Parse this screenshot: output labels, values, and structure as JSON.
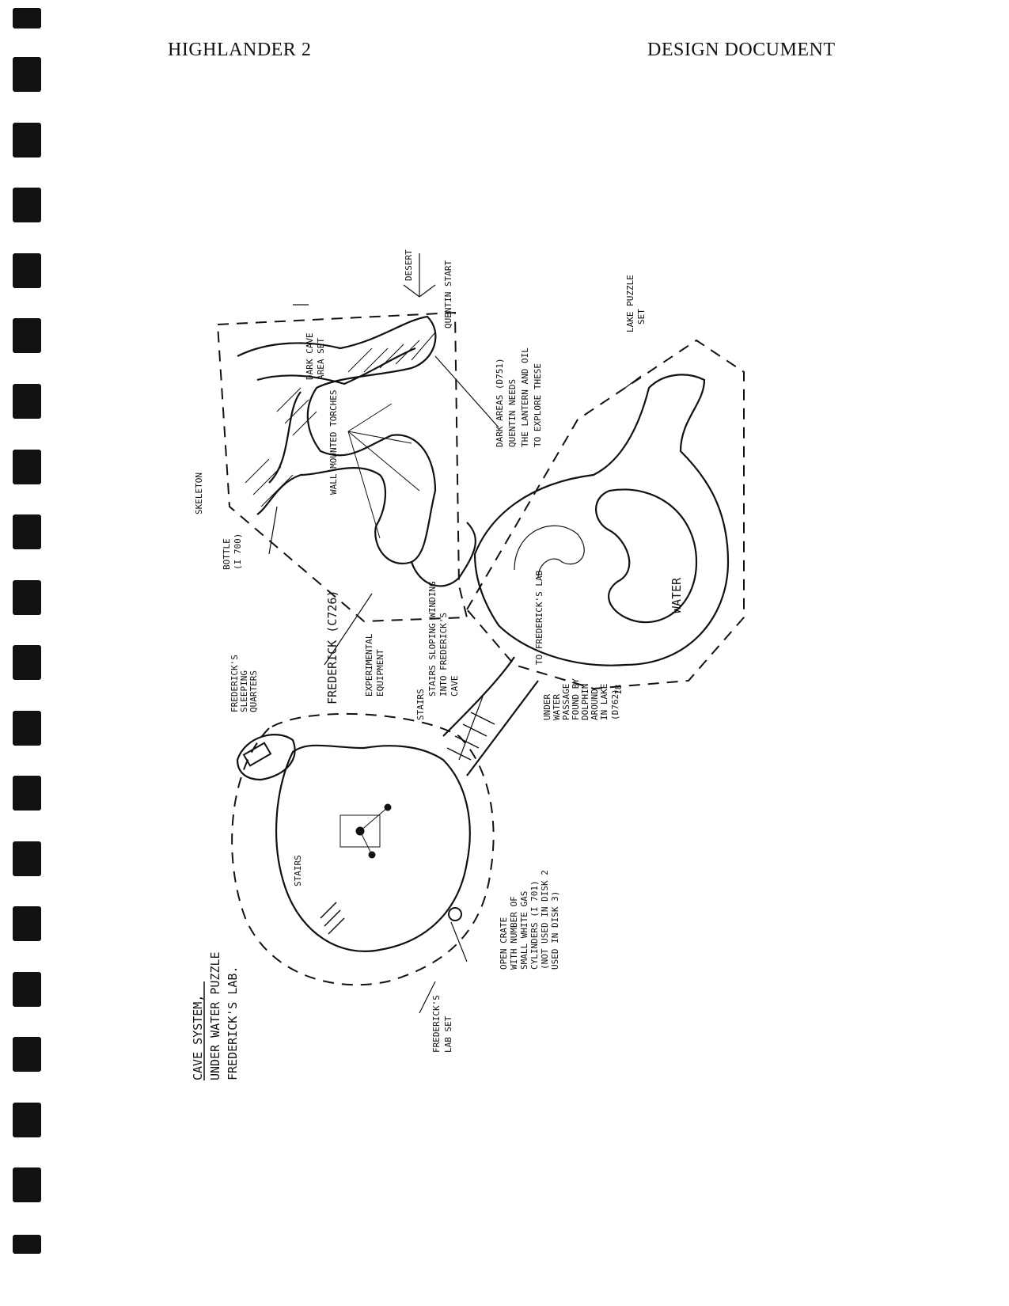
{
  "header": {
    "left": "HIGHLANDER 2",
    "right": "DESIGN DOCUMENT"
  },
  "map": {
    "title": "CAVE SYSTEM,",
    "subtitle_1": "UNDER WATER PUZZLE",
    "subtitle_2": "FREDERICK'S LAB.",
    "labels": {
      "dark_cave": "DARK CAVE",
      "area_set": "AREA SET",
      "desert": "DESERT",
      "quentin_start": "QUENTIN START",
      "dark_areas": "DARK AREAS (D751)",
      "dark_areas_2": "QUENTIN NEEDS",
      "dark_areas_3": "THE LANTERN AND OIL",
      "dark_areas_4": "TO EXPLORE THESE",
      "lake_puzzle": "LAKE PUZZLE",
      "lake_set": "SET",
      "skeleton": "SKELETON",
      "bottle": "BOTTLE",
      "bottle_id": "(I 700)",
      "wall_torches": "WALL MOUNTED TORCHES",
      "water": "WATER",
      "to_lab": "TO FREDERICK'S LAB",
      "frederick": "FREDERICK (C726)",
      "experimental": "EXPERIMENTAL",
      "equipment": "EQUIPMENT",
      "stairs_winding": "STAIRS SLOPING WINDING",
      "stairs_winding_2": "INTO FREDERICK'S",
      "stairs_winding_3": "CAVE",
      "stairs_main": "STAIRS",
      "stairs_lower": "STAIRS",
      "sleeping_1": "FREDERICK'S",
      "sleeping_2": "SLEEPING",
      "sleeping_3": "QUARTERS",
      "underwater_1": "UNDER",
      "underwater_2": "WATER",
      "underwater_3": "PASSAGE",
      "underwater_4": "FOUND BY",
      "underwater_5": "DOLPHIN",
      "underwater_6": "AROUND",
      "underwater_7": "IN LAKE",
      "underwater_8": "(D762)",
      "crate_1": "OPEN CRATE",
      "crate_2": "WITH NUMBER OF",
      "crate_3": "SMALL WHITE GAS",
      "crate_4": "CYLINDERS (I 701)",
      "crate_5": "(NOT USED IN DISK 2",
      "crate_6": "USED IN DISK 3)",
      "lab_set_1": "FREDERICK'S",
      "lab_set_2": "LAB SET",
      "page_mark": "18"
    }
  }
}
